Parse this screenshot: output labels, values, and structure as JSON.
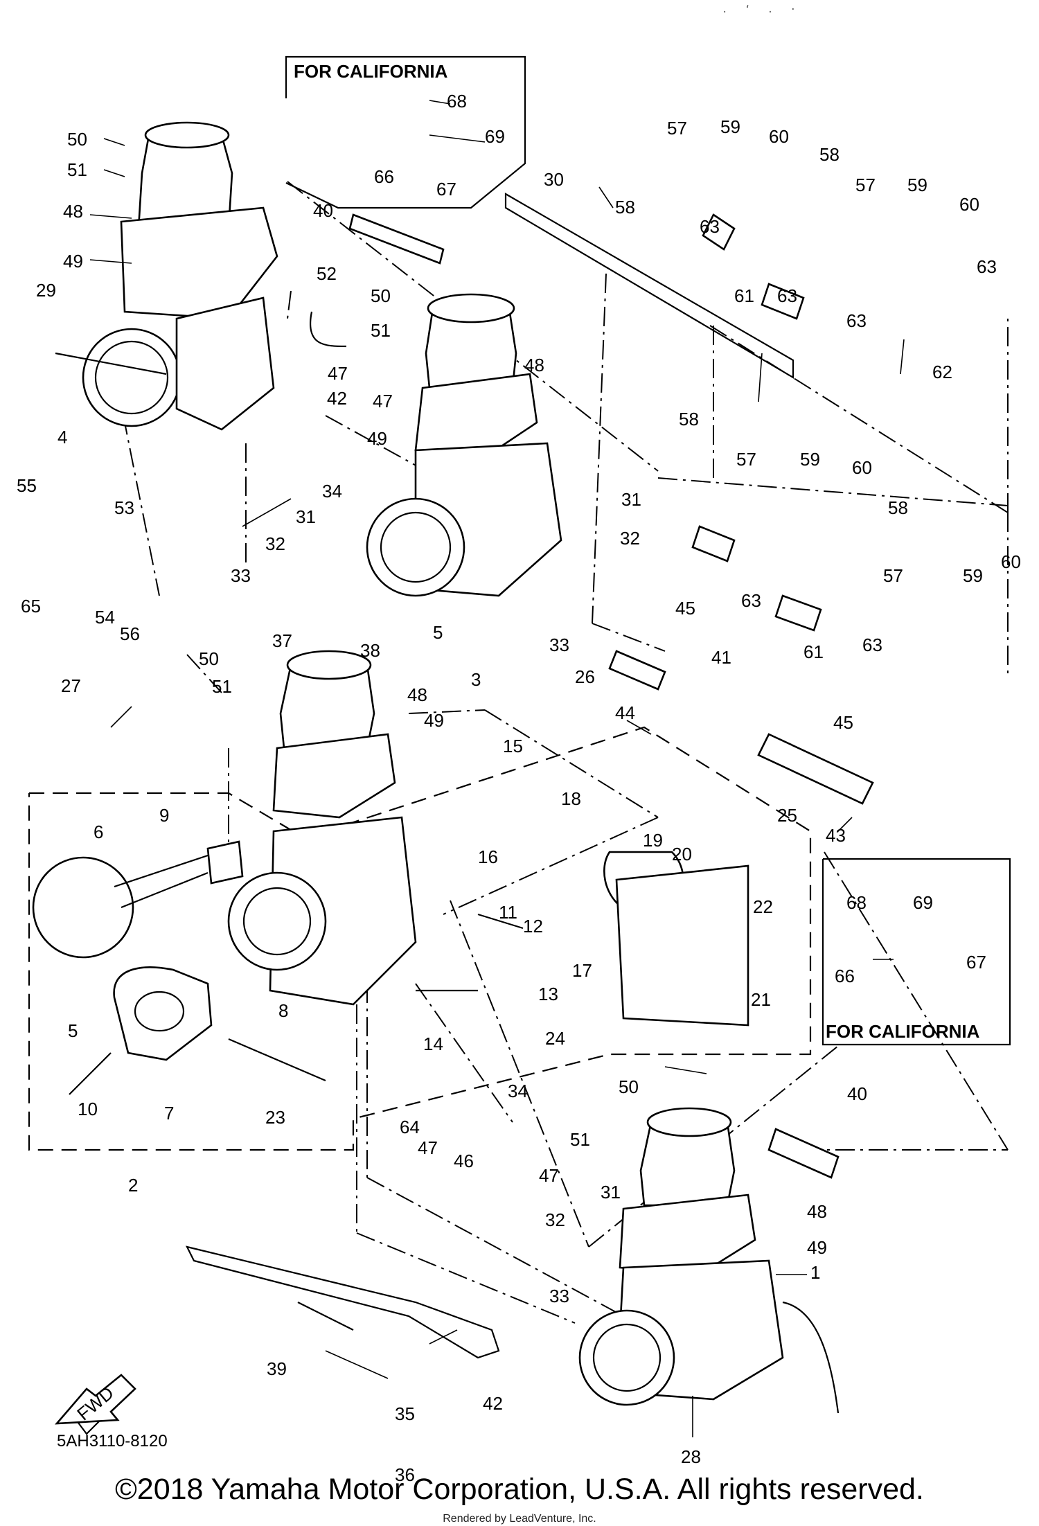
{
  "diagram": {
    "drawing_number": "5AH3110-8120",
    "california_label": "FOR CALIFORNIA",
    "fwd_label": "FWD",
    "callouts": [
      "1",
      "2",
      "3",
      "4",
      "5",
      "5",
      "6",
      "7",
      "8",
      "9",
      "10",
      "11",
      "12",
      "13",
      "14",
      "15",
      "16",
      "17",
      "18",
      "19",
      "20",
      "21",
      "22",
      "23",
      "24",
      "25",
      "26",
      "27",
      "28",
      "29",
      "30",
      "31",
      "31",
      "31",
      "32",
      "32",
      "32",
      "33",
      "33",
      "33",
      "34",
      "34",
      "35",
      "36",
      "37",
      "38",
      "39",
      "40",
      "40",
      "41",
      "42",
      "42",
      "43",
      "44",
      "45",
      "45",
      "46",
      "47",
      "47",
      "47",
      "47",
      "48",
      "48",
      "48",
      "48",
      "49",
      "49",
      "49",
      "49",
      "50",
      "50",
      "50",
      "50",
      "51",
      "51",
      "51",
      "51",
      "52",
      "53",
      "54",
      "55",
      "56",
      "57",
      "57",
      "57",
      "57",
      "58",
      "58",
      "58",
      "58",
      "59",
      "59",
      "59",
      "59",
      "60",
      "60",
      "60",
      "60",
      "61",
      "61",
      "62",
      "63",
      "63",
      "63",
      "63",
      "63",
      "63",
      "64",
      "65",
      "66",
      "66",
      "67",
      "67",
      "68",
      "68",
      "69",
      "69"
    ]
  },
  "footer": {
    "copyright": "©2018 Yamaha Motor Corporation, U.S.A. All rights reserved.",
    "rendered_by": "Rendered by LeadVenture, Inc."
  },
  "corner_marks": ". ‘ .  ·"
}
